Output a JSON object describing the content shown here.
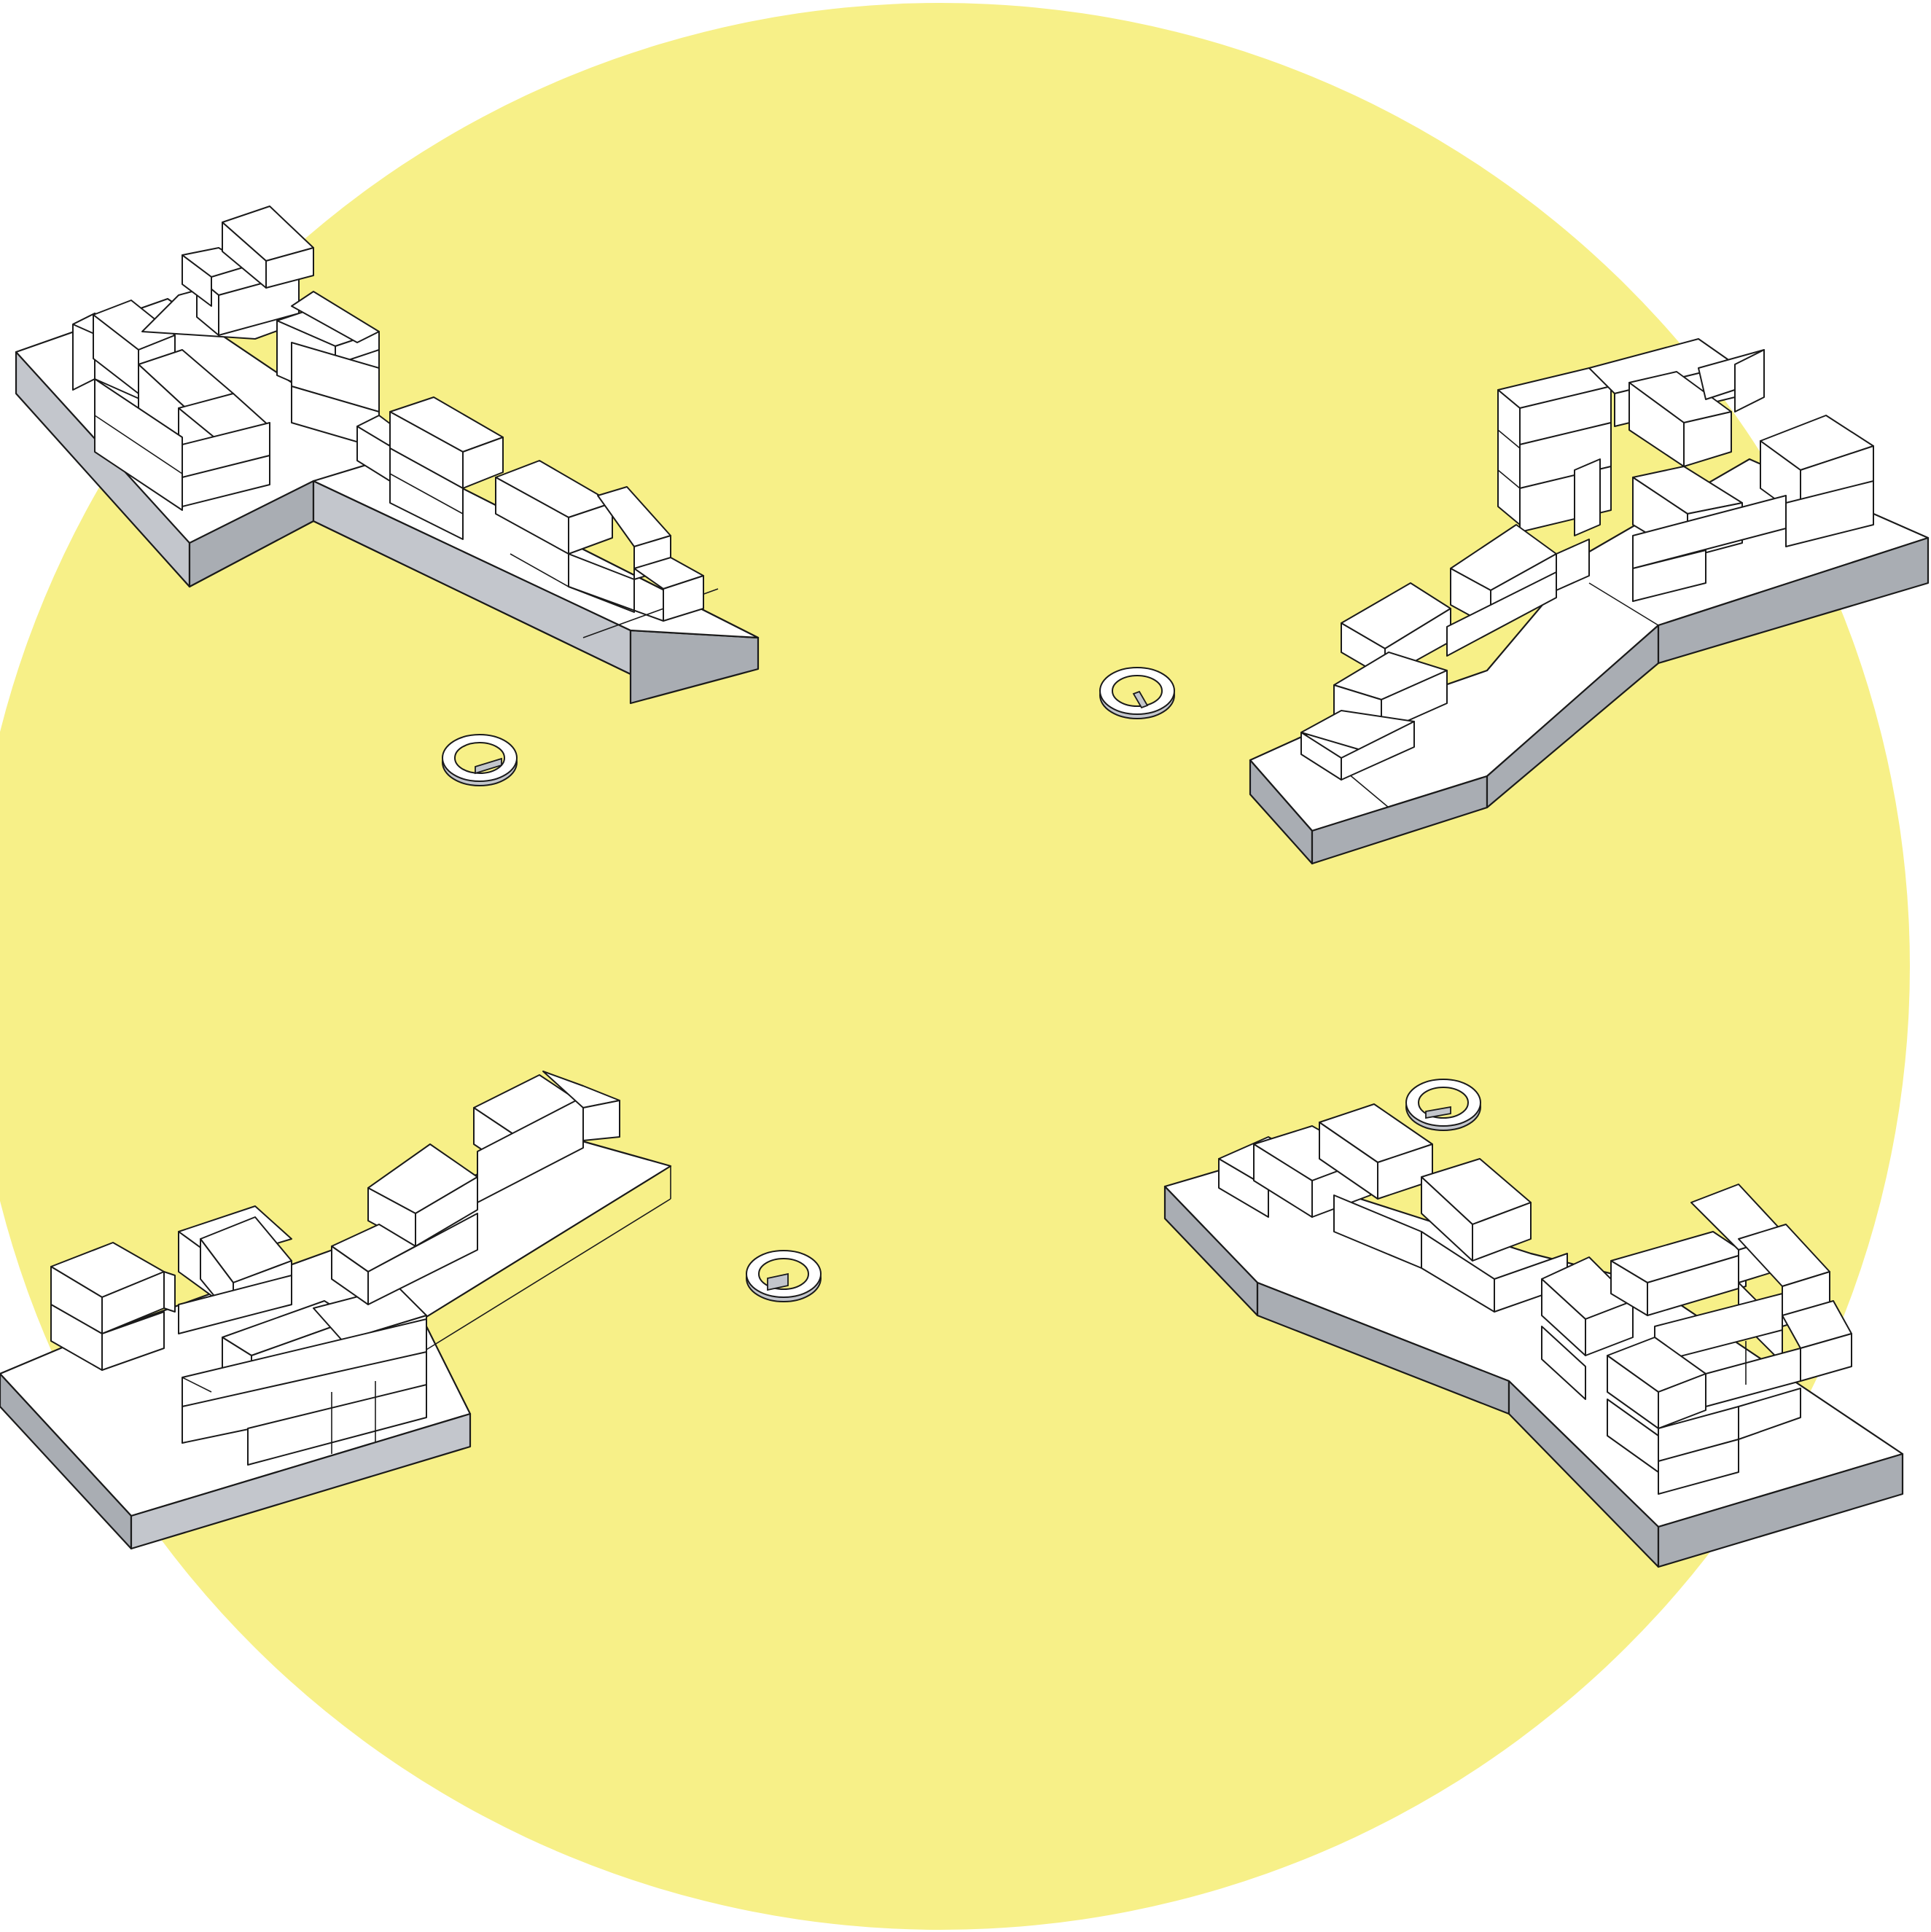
{
  "diagram": {
    "type": "isometric-massing-axonometric",
    "colors": {
      "background": "#ffffff",
      "site_circle": "#f7f088",
      "box_fill": "#ffffff",
      "outline": "#1a1a1a",
      "plinth_side_light": "#c3c6cc",
      "plinth_side_dark": "#a9adb3"
    },
    "clusters": [
      {
        "id": "cluster-top-left",
        "position": "top-left"
      },
      {
        "id": "cluster-top-right",
        "position": "top-right"
      },
      {
        "id": "cluster-bottom-left",
        "position": "bottom-left"
      },
      {
        "id": "cluster-bottom-right",
        "position": "bottom-right"
      }
    ],
    "markers": [
      {
        "id": "marker-1",
        "icon": "ring-marker-icon"
      },
      {
        "id": "marker-2",
        "icon": "ring-marker-icon"
      },
      {
        "id": "marker-3",
        "icon": "ring-marker-icon"
      },
      {
        "id": "marker-4",
        "icon": "ring-marker-icon"
      }
    ]
  }
}
